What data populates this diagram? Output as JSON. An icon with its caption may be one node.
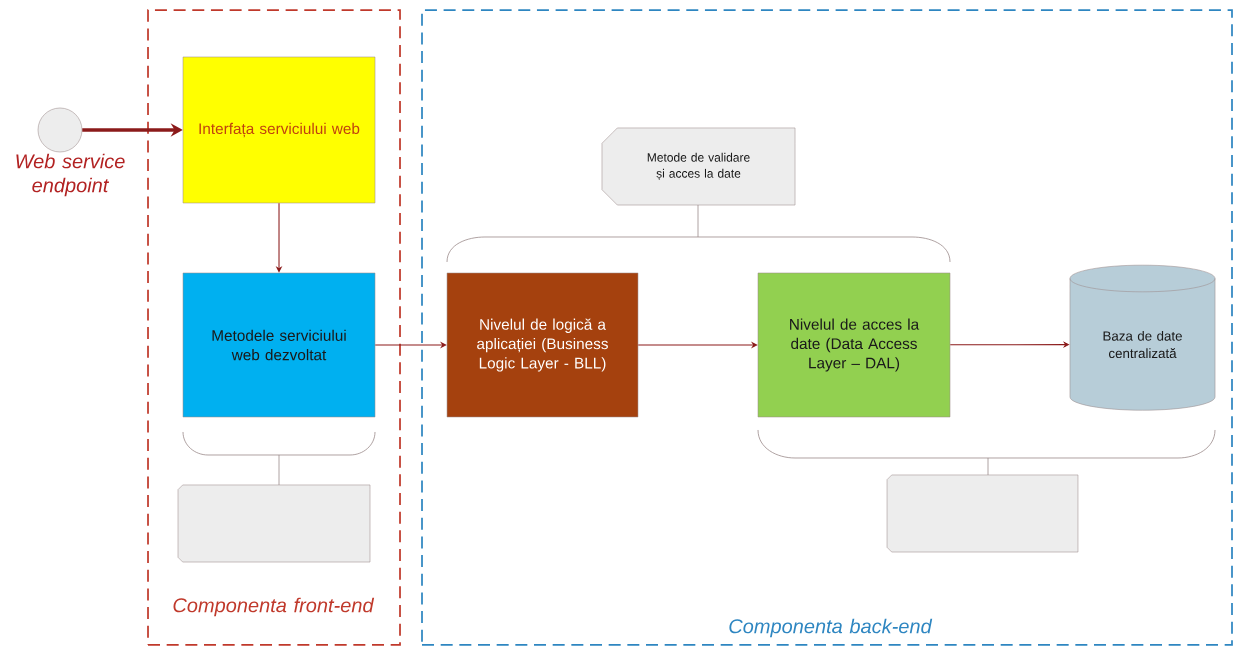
{
  "diagram": {
    "nodes": [
      {
        "text": [
          "Componenta front-end"
        ]
      },
      {
        "text": [
          "Componenta back-end"
        ]
      },
      {
        "text": [],
        "shape": "circle",
        "beside": [
          "Web service endpoint"
        ]
      },
      {
        "text": [
          "Interfața serviciului web"
        ],
        "in": 0
      },
      {
        "text": [
          "Metodele serviciului web dezvoltat"
        ],
        "in": 0
      },
      {
        "text": [],
        "shape": "box",
        "in": 0
      },
      {
        "text": [
          "Metode de validare și acces la date"
        ],
        "in": 1
      },
      {
        "text": [
          "Nivelul de logică a aplicației (Business Logic Layer - BLL)"
        ],
        "in": 1
      },
      {
        "text": [
          "Nivelul de acces la date (Data Access Layer – DAL)"
        ],
        "in": 1
      },
      {
        "text": [
          "Baza de date centralizată"
        ],
        "in": 1
      },
      {
        "text": [],
        "shape": "box",
        "in": 1
      }
    ],
    "edges": [
      {
        "from": 2,
        "to": 3,
        "arrow": "to",
        "style": "thick"
      },
      {
        "from": 3,
        "to": 4,
        "arrow": "to"
      },
      {
        "from": 4,
        "to": 7,
        "arrow": "to"
      },
      {
        "from": 7,
        "to": 8,
        "arrow": "to"
      },
      {
        "from": 8,
        "to": 9,
        "arrow": "to"
      }
    ]
  }
}
